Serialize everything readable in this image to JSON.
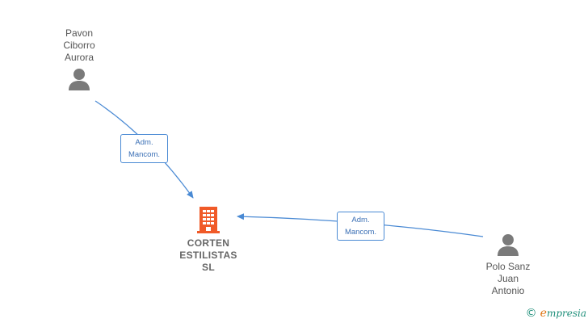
{
  "colors": {
    "edge": "#4a8ad4",
    "company": "#f05a28",
    "person": "#7a7a7a"
  },
  "nodes": {
    "person_1": {
      "lines": [
        "Pavon",
        "Ciborro",
        "Aurora"
      ],
      "icon": "person-icon"
    },
    "person_2": {
      "lines": [
        "Polo Sanz",
        "Juan",
        "Antonio"
      ],
      "icon": "person-icon"
    },
    "company": {
      "lines": [
        "CORTEN",
        "ESTILISTAS",
        "SL"
      ],
      "icon": "building-icon"
    }
  },
  "edges": [
    {
      "from": "person_1",
      "to": "company",
      "label": [
        "Adm.",
        "Mancom."
      ]
    },
    {
      "from": "person_2",
      "to": "company",
      "label": [
        "Adm.",
        "Mancom."
      ]
    }
  ],
  "watermark": {
    "symbol": "©",
    "brand_initial": "e",
    "brand_rest": "mpresia"
  }
}
